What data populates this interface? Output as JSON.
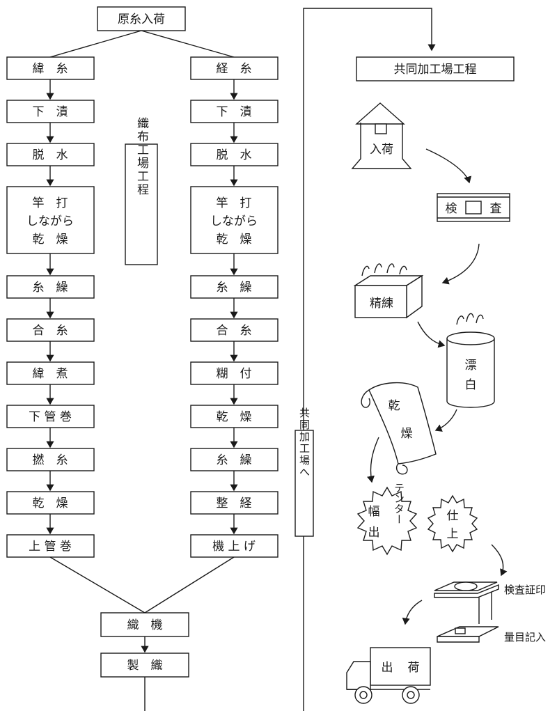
{
  "source": "原糸入荷",
  "weft_column": [
    "緯　糸",
    "下　漬",
    "脱　水",
    "竿　打",
    "しながら",
    "乾　燥",
    "糸　繰",
    "合　糸",
    "緯　煮",
    "下 管 巻",
    "撚　糸",
    "乾　燥",
    "上 管 巻"
  ],
  "warp_column": [
    "経　糸",
    "下　漬",
    "脱　水",
    "竿　打",
    "しながら",
    "乾　燥",
    "糸　繰",
    "合　糸",
    "糊　付",
    "乾　燥",
    "糸　繰",
    "整　経",
    "機 上 げ"
  ],
  "bottom_steps": [
    "織　機",
    "製　織"
  ],
  "weaving_process_label": "織布工場工程",
  "to_joint_plant_label": "共同加工場へ",
  "joint_plant": {
    "title": "共同加工場工程",
    "steps": [
      "口",
      "入荷",
      "検",
      "査",
      "精練",
      "漂",
      "白",
      "乾",
      "燥",
      "幅",
      "出",
      "テンター",
      "仕",
      "上",
      "出",
      "荷"
    ],
    "labels": [
      "検査証印",
      "量目記入"
    ]
  }
}
